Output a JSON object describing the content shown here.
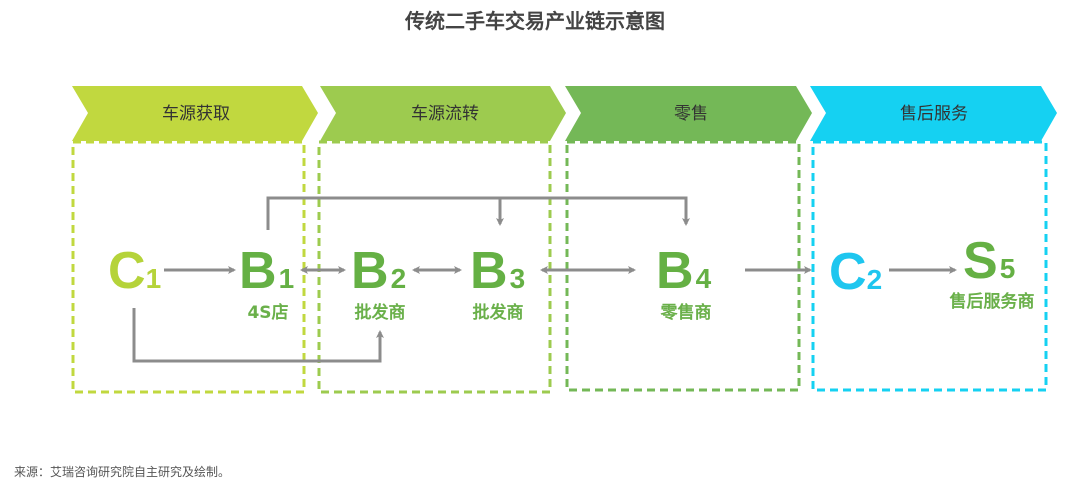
{
  "title": "传统二手车交易产业链示意图",
  "stages": [
    {
      "label": "车源获取",
      "color": "#c1d83f"
    },
    {
      "label": "车源流转",
      "color": "#9dcb4f"
    },
    {
      "label": "零售",
      "color": "#74b857"
    },
    {
      "label": "售后服务",
      "color": "#15d1f2"
    }
  ],
  "nodes": {
    "c1": {
      "letter": "C",
      "sub": "1",
      "color": "#b5d33a"
    },
    "b1": {
      "letter": "B",
      "sub": "1",
      "label": "4S店",
      "color": "#65b044"
    },
    "b2": {
      "letter": "B",
      "sub": "2",
      "label": "批发商",
      "color": "#65b044"
    },
    "b3": {
      "letter": "B",
      "sub": "3",
      "label": "批发商",
      "color": "#65b044"
    },
    "b4": {
      "letter": "B",
      "sub": "4",
      "label": "零售商",
      "color": "#65b044"
    },
    "c2": {
      "letter": "C",
      "sub": "2",
      "color": "#1ec6ef"
    },
    "s5": {
      "letter": "S",
      "sub": "5",
      "label": "售后服务商",
      "color": "#65b044"
    }
  },
  "source": "来源：艾瑞咨询研究院自主研究及绘制。",
  "arrow_color": "#8c8c8c"
}
